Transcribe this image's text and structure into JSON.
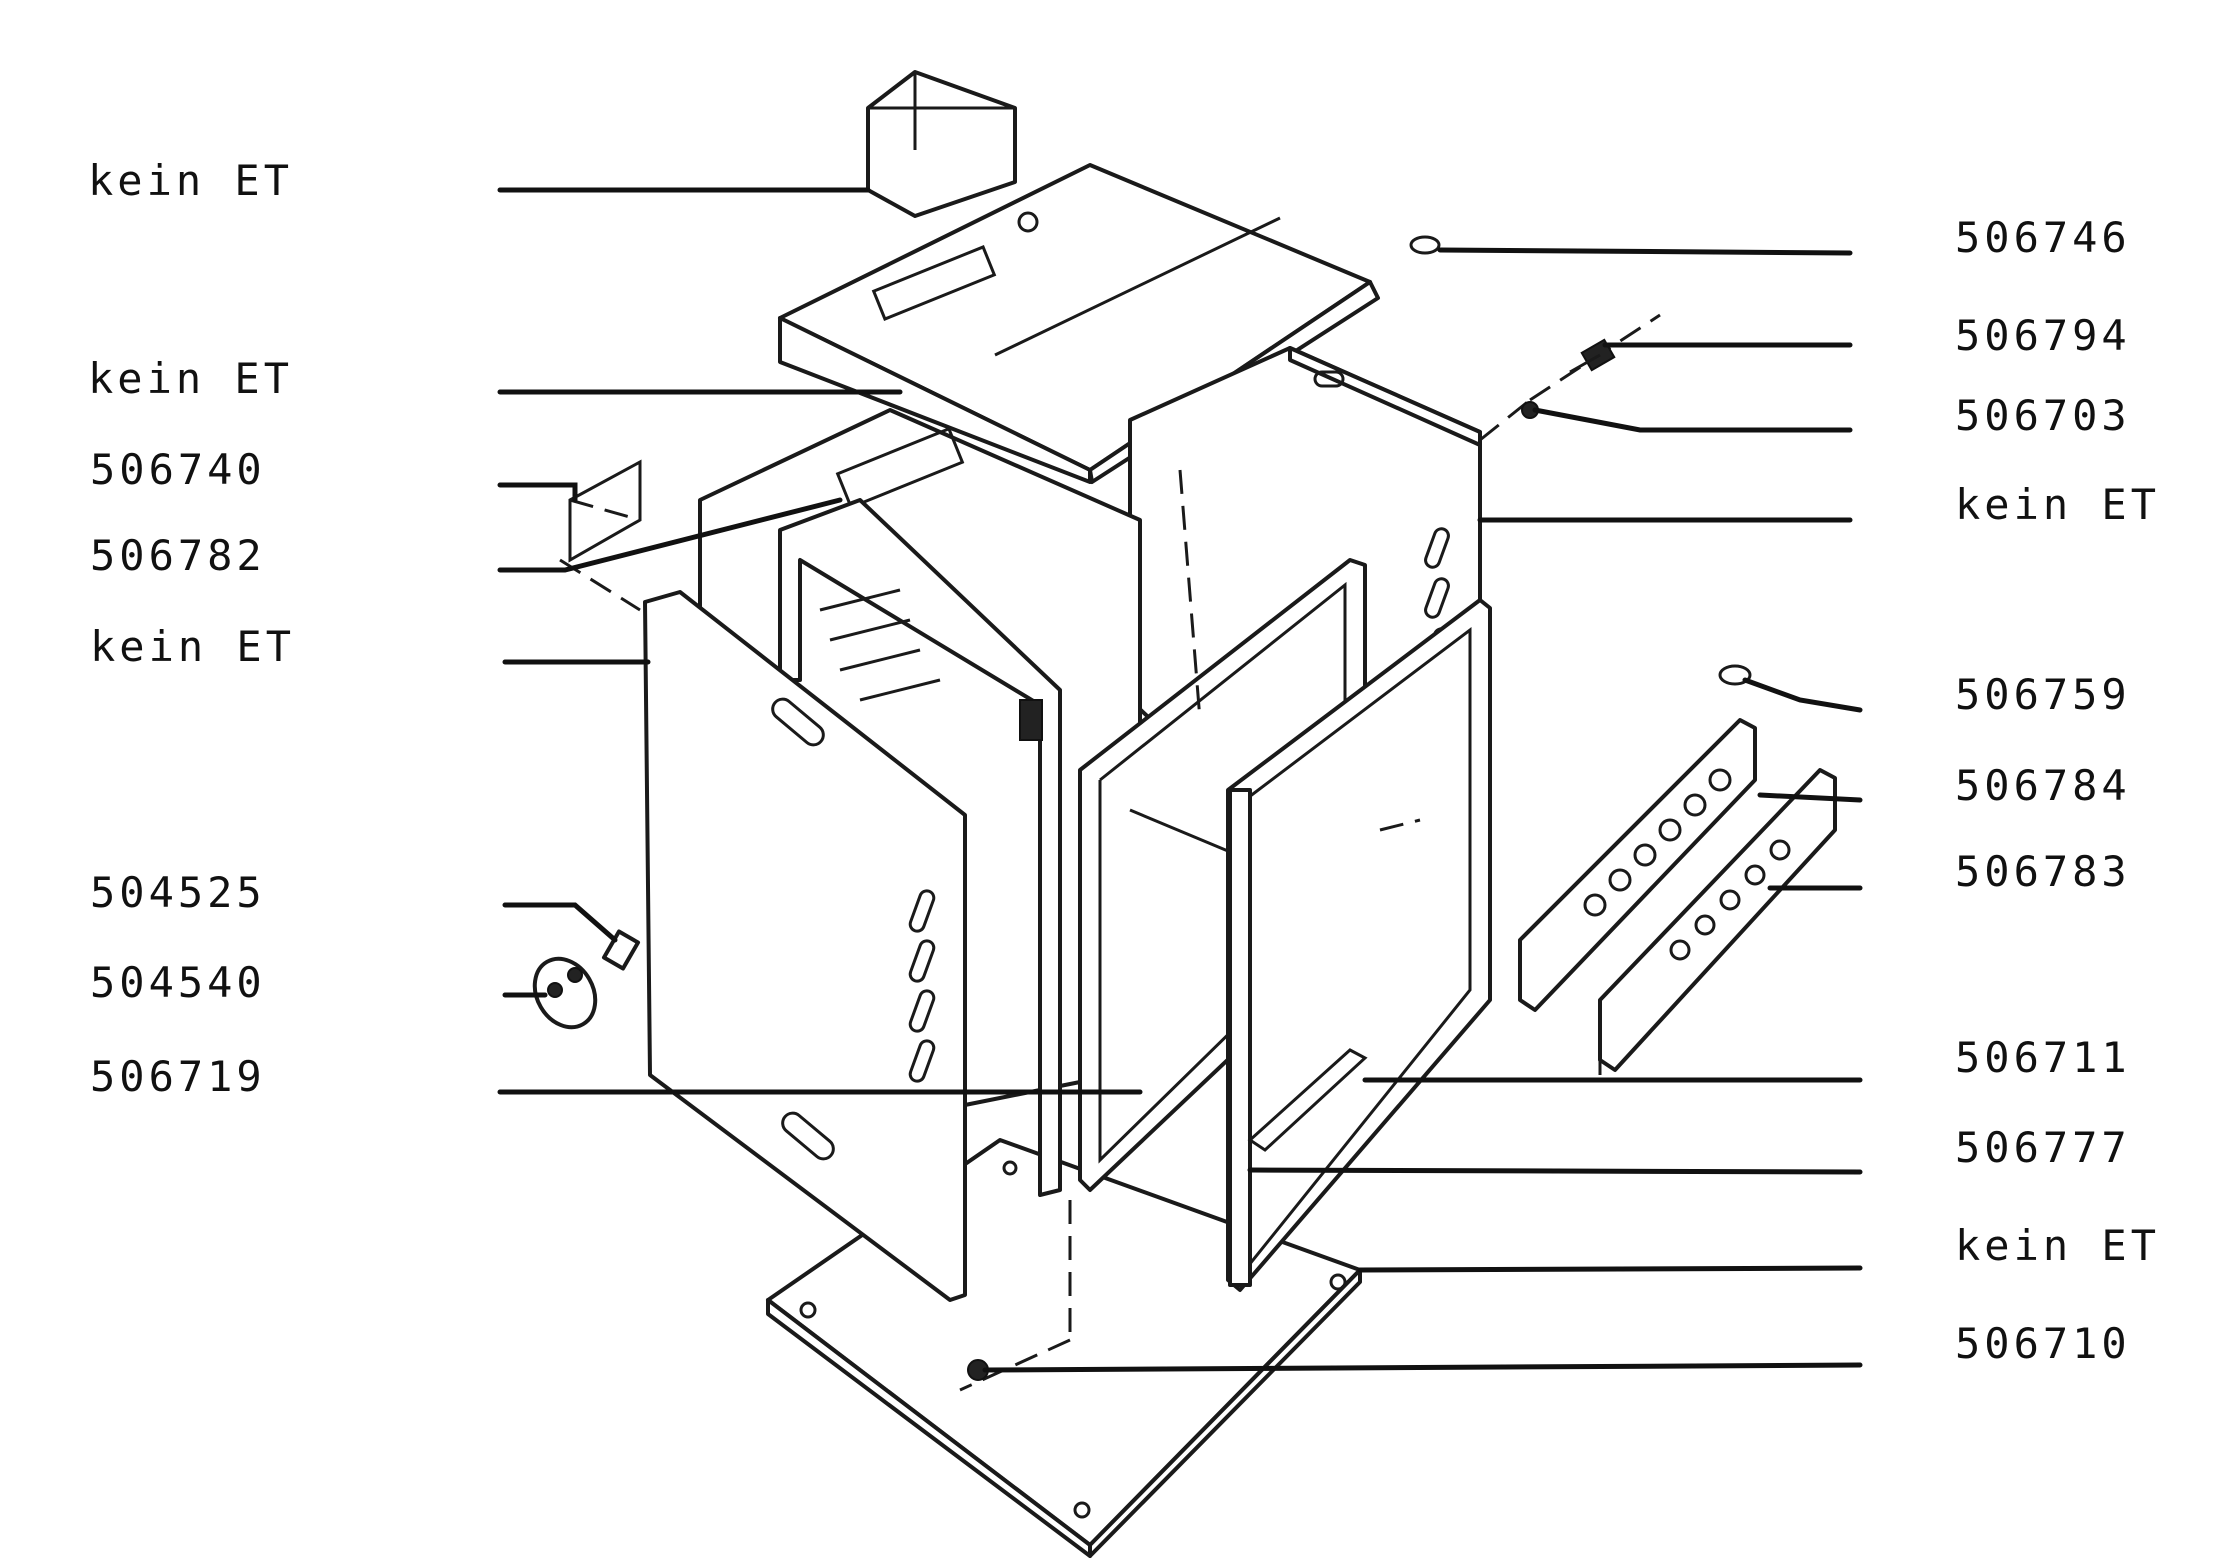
{
  "labels_left": [
    {
      "id": "l1",
      "text": "kein ET"
    },
    {
      "id": "l2",
      "text": "kein ET"
    },
    {
      "id": "l3",
      "text": "506740"
    },
    {
      "id": "l4",
      "text": "506782"
    },
    {
      "id": "l5",
      "text": "kein ET"
    },
    {
      "id": "l6",
      "text": "504525"
    },
    {
      "id": "l7",
      "text": "504540"
    },
    {
      "id": "l8",
      "text": "506719"
    }
  ],
  "labels_right": [
    {
      "id": "r1",
      "text": "506746"
    },
    {
      "id": "r2",
      "text": "506794"
    },
    {
      "id": "r3",
      "text": "506703"
    },
    {
      "id": "r4",
      "text": "kein ET"
    },
    {
      "id": "r5",
      "text": "506759"
    },
    {
      "id": "r6",
      "text": "506784"
    },
    {
      "id": "r7",
      "text": "506783"
    },
    {
      "id": "r8",
      "text": "506711"
    },
    {
      "id": "r9",
      "text": "506777"
    },
    {
      "id": "r10",
      "text": "kein ET"
    },
    {
      "id": "r11",
      "text": "506710"
    }
  ]
}
